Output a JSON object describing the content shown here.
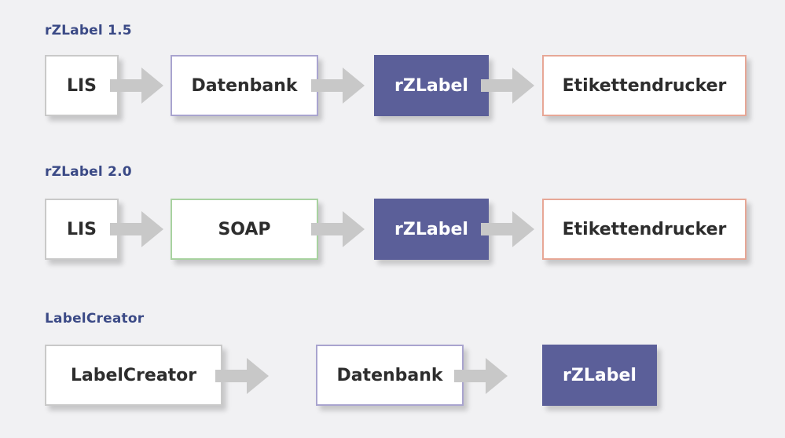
{
  "sections": [
    {
      "title": "rZLabel 1.5",
      "nodes": [
        "LIS",
        "Datenbank",
        "rZLabel",
        "Etikettendrucker"
      ]
    },
    {
      "title": "rZLabel 2.0",
      "nodes": [
        "LIS",
        "SOAP",
        "rZLabel",
        "Etikettendrucker"
      ]
    },
    {
      "title": "LabelCreator",
      "nodes": [
        "LabelCreator",
        "Datenbank",
        "rZLabel"
      ]
    }
  ],
  "colors": {
    "title": "#3b4a86",
    "filled_box": "#5b5f99",
    "arrow": "#c8c8c8",
    "border_gray": "#c9c9c9",
    "border_purple": "#a9a4cf",
    "border_green": "#a8d2a0",
    "border_orange": "#e7a796"
  }
}
